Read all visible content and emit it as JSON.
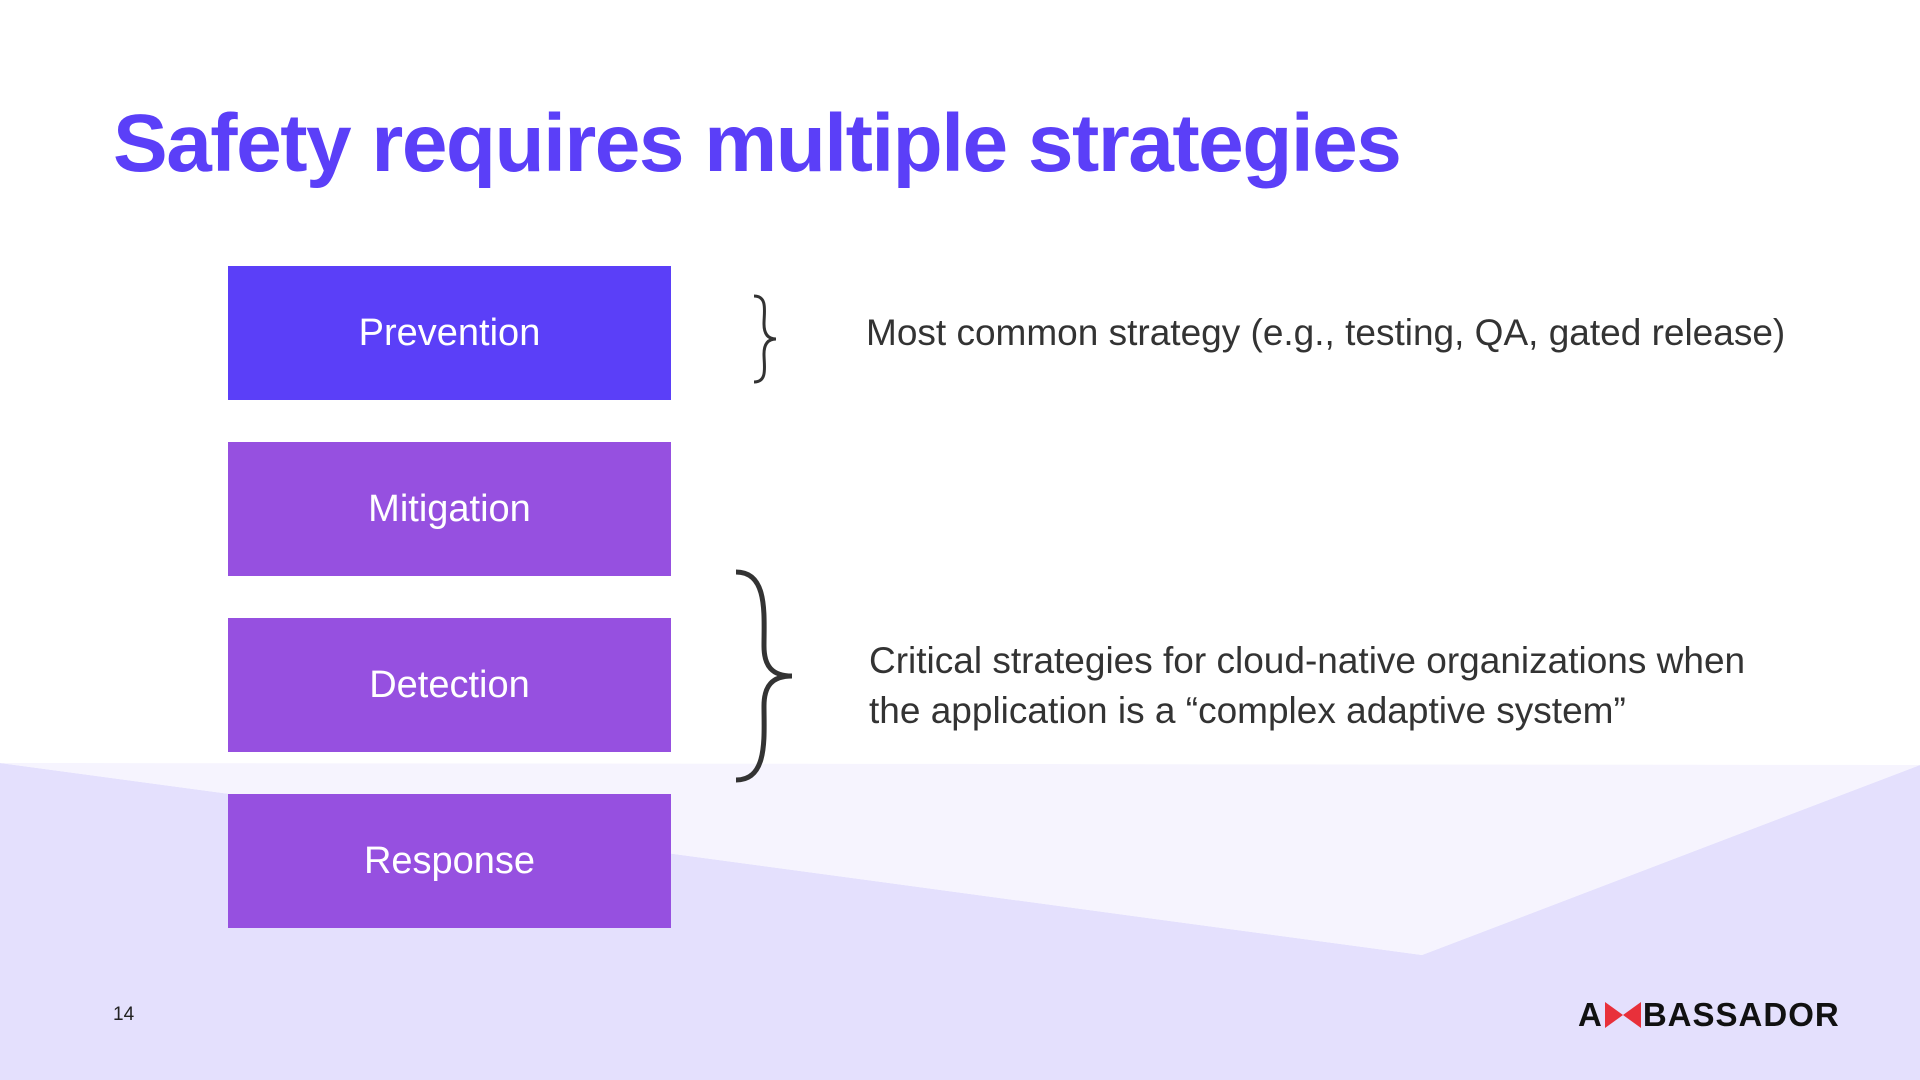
{
  "title": "Safety requires multiple strategies",
  "strategies": [
    {
      "label": "Prevention",
      "color": "#5b3ff8"
    },
    {
      "label": "Mitigation",
      "color": "#9650e0"
    },
    {
      "label": "Detection",
      "color": "#9650e0"
    },
    {
      "label": "Response",
      "color": "#9650e0"
    }
  ],
  "notes": [
    {
      "text": "Most common strategy (e.g., testing, QA, gated release)"
    },
    {
      "text": "Critical strategies for cloud-native organizations when the application is a “complex adaptive system”"
    }
  ],
  "page_number": "14",
  "logo": {
    "prefix": "A",
    "suffix": "BASSADOR",
    "mark_color": "#e8303a",
    "icon": "bowtie-icon"
  },
  "colors": {
    "title": "#5b3ff8",
    "background_band": "#e4e0fd",
    "background_highlight": "#f4f2fe"
  }
}
